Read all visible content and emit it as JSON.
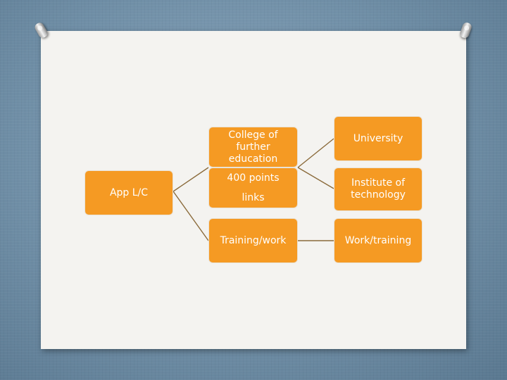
{
  "diagram": {
    "type": "tree",
    "root": {
      "label": "App L/C"
    },
    "level1": [
      {
        "label": "College of further education"
      },
      {
        "label_line1": "400 points",
        "label_line2": "links"
      },
      {
        "label": "Training/work"
      }
    ],
    "level2": [
      {
        "label": "University"
      },
      {
        "label": "Institute of technology"
      },
      {
        "label": "Work/training"
      }
    ],
    "colors": {
      "node_fill": "#f59a23",
      "node_text": "#ffffff",
      "connector": "#8a6a3a",
      "slide_background": "#f4f3f0",
      "page_background": "#6f8ea6"
    }
  }
}
